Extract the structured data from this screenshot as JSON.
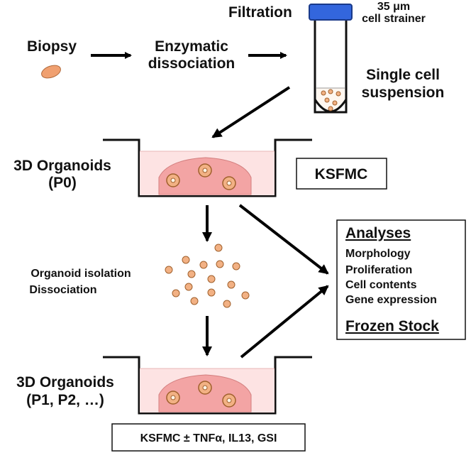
{
  "steps": {
    "biopsy": "Biopsy",
    "enzymatic_line1": "Enzymatic",
    "enzymatic_line2": "dissociation",
    "filtration": "Filtration",
    "strainer_line1": "35 μm",
    "strainer_line2": "cell strainer",
    "single_cell_line1": "Single cell",
    "single_cell_line2": "suspension"
  },
  "organoids_p0": {
    "line1": "3D Organoids",
    "line2": "(P0)",
    "medium": "KSFMC"
  },
  "isolation": {
    "line1": "Organoid isolation",
    "line2": "Dissociation"
  },
  "organoids_p1": {
    "line1": "3D Organoids",
    "line2": "(P1, P2, …)",
    "medium": "KSFMC ± TNFα, IL13, GSI"
  },
  "analyses": {
    "title": "Analyses",
    "items": [
      "Morphology",
      "Proliferation",
      "Cell contents",
      "Gene expression"
    ],
    "frozen": "Frozen Stock"
  },
  "colors": {
    "cap": "#3366dd",
    "biopsy": "#f0a070",
    "dish_fill": "#fde3e3",
    "dome_fill": "#f3a4a4",
    "cell_fill": "#f2b184",
    "arrow": "#000000"
  }
}
